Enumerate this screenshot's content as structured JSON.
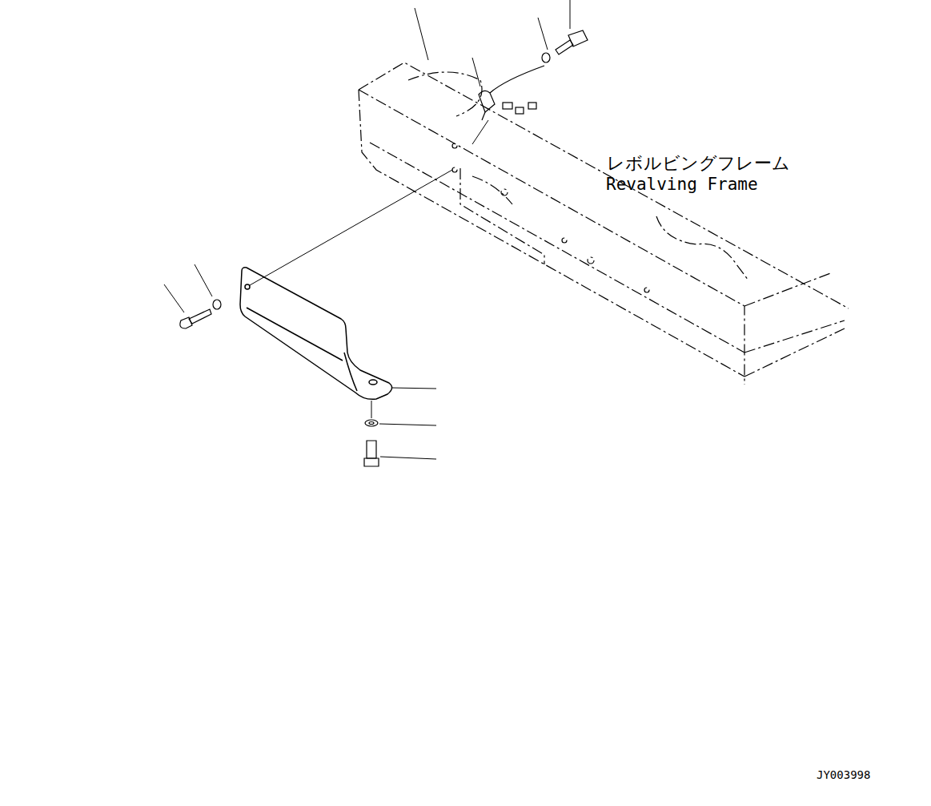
{
  "diagram": {
    "labels": [
      "レボルビングフレーム",
      "Revalving Frame",
      "JY003998"
    ]
  }
}
